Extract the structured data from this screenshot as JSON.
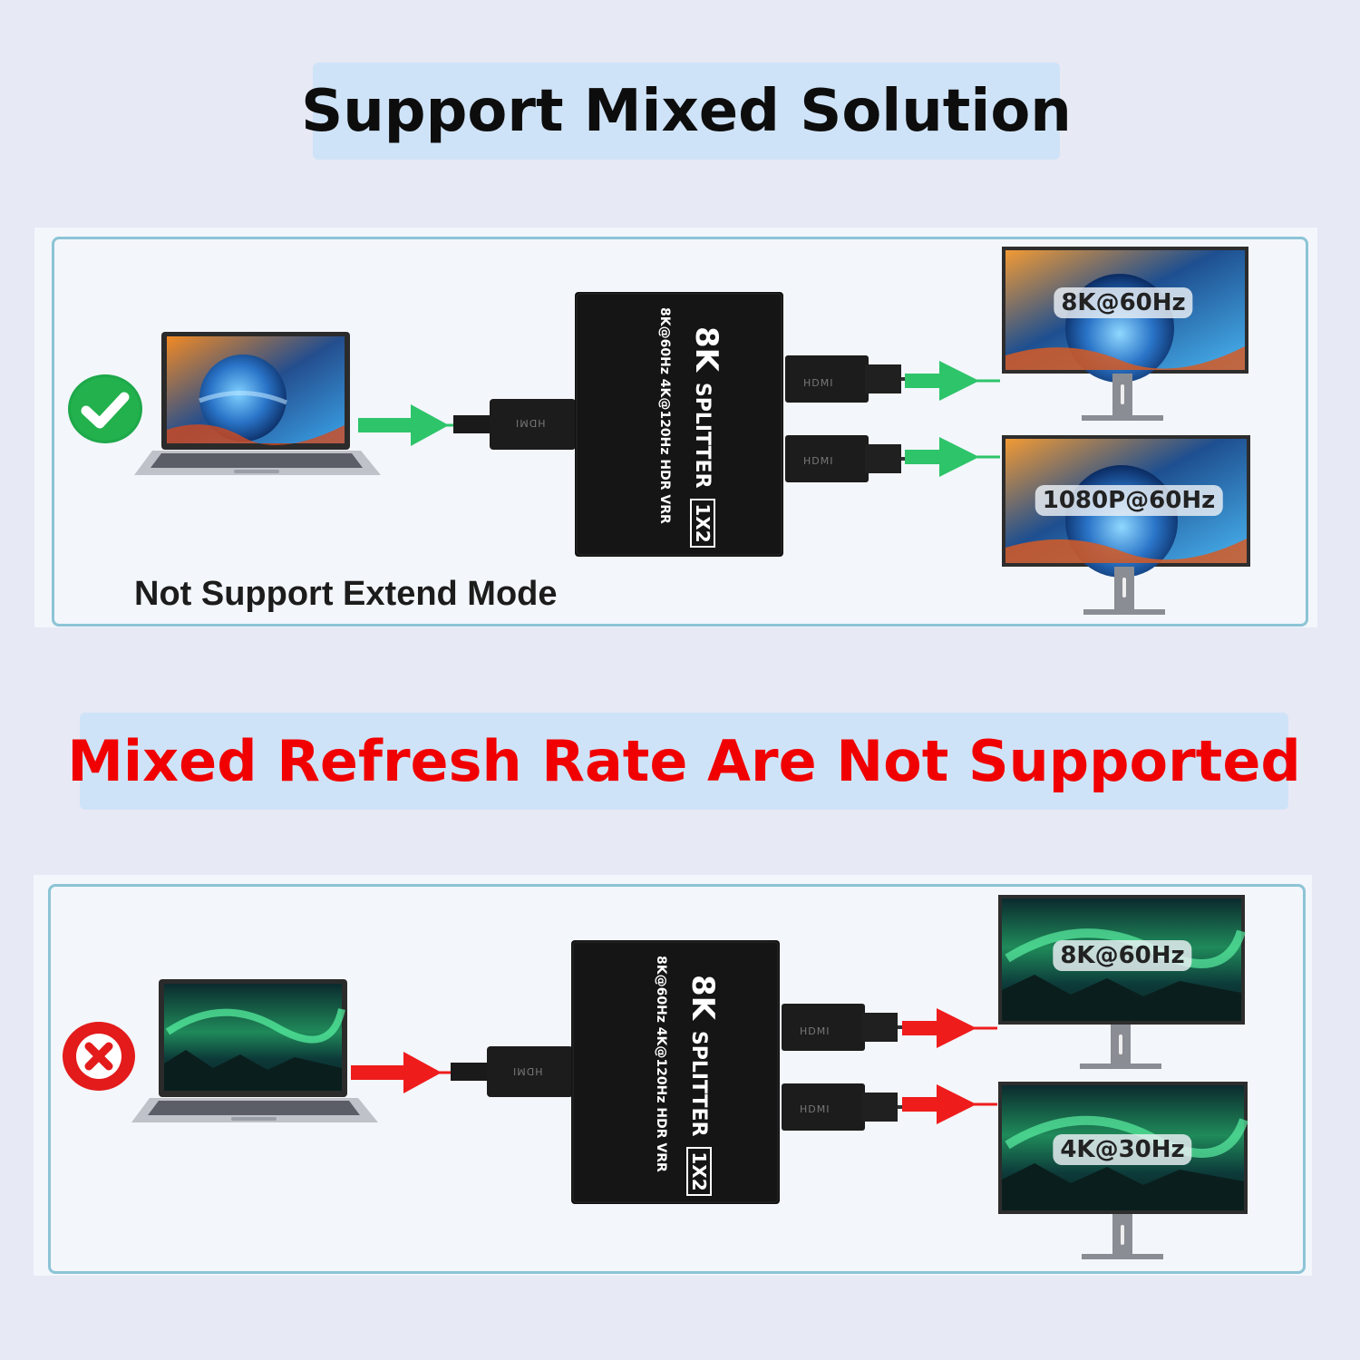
{
  "title_top": "Support Mixed Solution",
  "title_bottom": "Mixed Refresh Rate Are Not Supported",
  "panel_top": {
    "status_icon": "green-check-icon",
    "note": "Not Support Extend Mode",
    "monitor_1_label": "8K@60Hz",
    "monitor_2_label": "1080P@60Hz",
    "arrow_color": "#2ec46a"
  },
  "panel_bottom": {
    "status_icon": "red-x-icon",
    "monitor_1_label": "8K@60Hz",
    "monitor_2_label": "4K@30Hz",
    "arrow_color": "#ef1c1c"
  },
  "splitter": {
    "brand": "8K",
    "name": "SPLITTER",
    "model": "1X2",
    "spec": "8K@60Hz 4K@120Hz HDR VRR",
    "port_label": "HDMI"
  },
  "colors": {
    "background": "#e7e9f5",
    "banner": "#cfe3f8",
    "panel_frame": "#8cc4d6",
    "title_bottom": "#f00000"
  }
}
